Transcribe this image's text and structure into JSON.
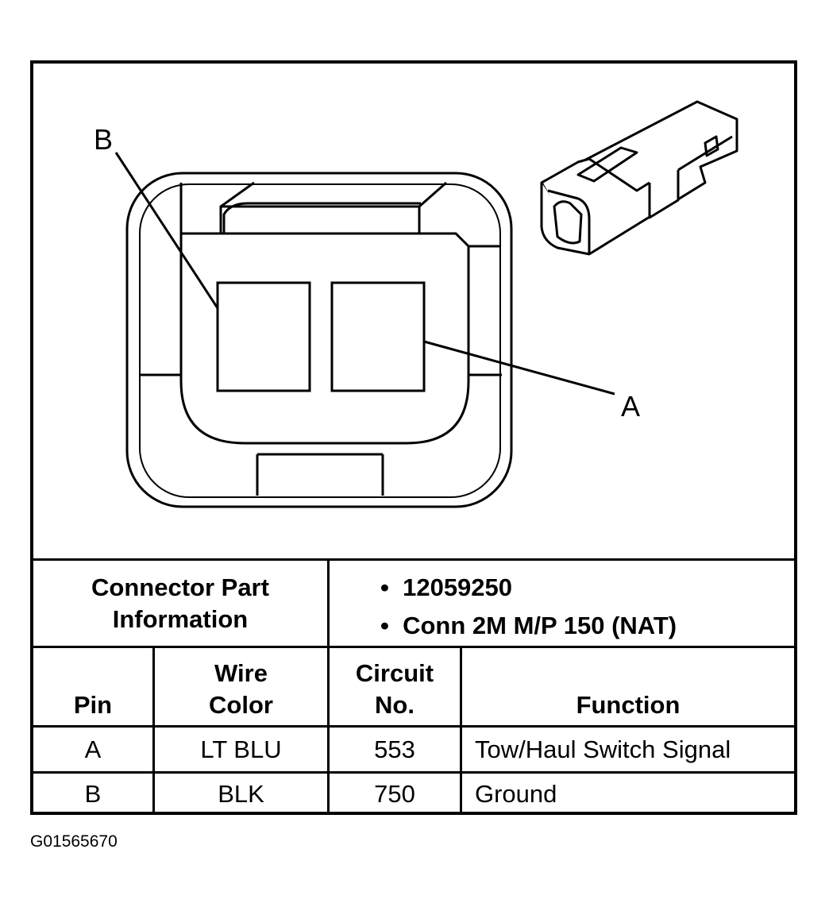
{
  "diagram": {
    "callouts": [
      {
        "id": "B",
        "label": "B"
      },
      {
        "id": "A",
        "label": "A"
      }
    ]
  },
  "connector_info": {
    "label_line1": "Connector Part",
    "label_line2": "Information",
    "items": [
      "12059250",
      "Conn 2M M/P 150 (NAT)"
    ]
  },
  "table": {
    "headers": {
      "pin": "Pin",
      "wire_line1": "Wire",
      "wire_line2": "Color",
      "circuit_line1": "Circuit",
      "circuit_line2": "No.",
      "function": "Function"
    },
    "rows": [
      {
        "pin": "A",
        "wire_color": "LT BLU",
        "circuit": "553",
        "function": "Tow/Haul Switch Signal"
      },
      {
        "pin": "B",
        "wire_color": "BLK",
        "circuit": "750",
        "function": "Ground"
      }
    ]
  },
  "figure_id": "G01565670"
}
